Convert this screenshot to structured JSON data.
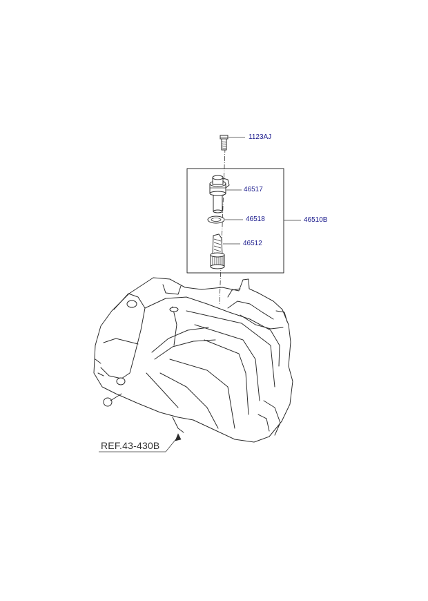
{
  "callouts": {
    "bolt": "1123AJ",
    "sensor": "46517",
    "o_ring": "46518",
    "gear": "46512",
    "assembly": "46510B"
  },
  "reference": "REF.43-430B",
  "colors": {
    "label_text": "#1a1a8c",
    "line_art": "#2b2b2b",
    "background": "#ffffff"
  }
}
